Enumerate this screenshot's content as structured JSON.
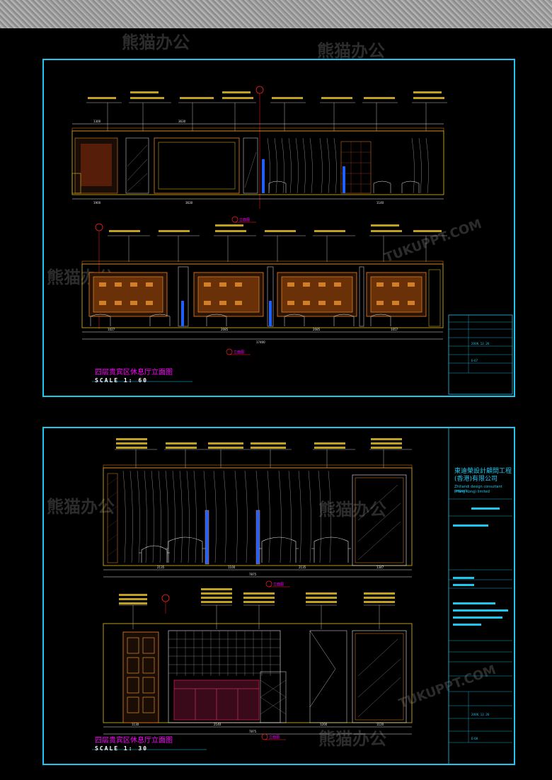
{
  "watermarks": {
    "cn": "熊猫办公",
    "en": "TUKUPPT.COM"
  },
  "sheet_one": {
    "title": "四层贵宾区休息厅立面图",
    "scale": "SCALE 1: 60",
    "elevation_a_tag": "立面图",
    "elevation_b_tag": "立面图",
    "dims_a": [
      "1300",
      "1900",
      "3630",
      "3630",
      "1140"
    ],
    "dims_b": [
      "1027",
      "2085",
      "2085",
      "1057",
      "17400"
    ],
    "titleblock": {
      "date": "2006. 12. 26",
      "code": "E-07"
    }
  },
  "sheet_two": {
    "title": "四层贵宾区休息厅立面图",
    "scale": "SCALE 1: 30",
    "elevation_a_tag": "立面图",
    "elevation_b_tag": "立面图",
    "dims_a": [
      "2135",
      "1100",
      "2135",
      "1347",
      "7875"
    ],
    "dims_b": [
      "1130",
      "2140",
      "1200",
      "1120",
      "7875"
    ],
    "company_cn_line1": "東迪榮設計顧問工程",
    "company_cn_line2": "(香港)有限公司",
    "company_en_line1": "Zhiliandi design consultant project",
    "company_en_line2": "(Hong Kong) limited",
    "titleblock": {
      "date": "2006. 12. 26",
      "code": "E-08"
    }
  },
  "colors": {
    "frame": "#1fc7ef",
    "line_yellow": "#e8c020",
    "line_orange": "#f08020",
    "line_white": "#e8e8e8",
    "line_red": "#ff2020",
    "line_magenta": "#ff00ff",
    "line_blue": "#2060ff"
  }
}
